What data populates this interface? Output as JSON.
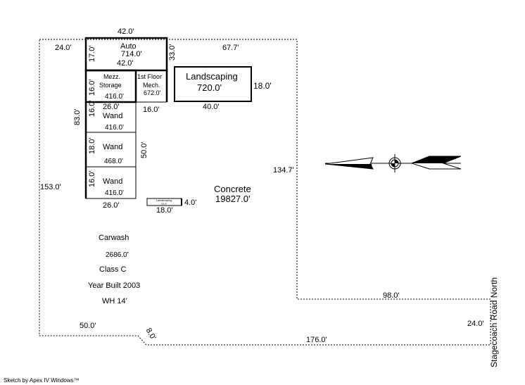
{
  "sketch": {
    "lot": {
      "dims": [
        "24.0'",
        "67.7'",
        "134.7'",
        "153.0'",
        "98.0'",
        "24.0'",
        "176.0'",
        "8.0'",
        "50.0'"
      ]
    },
    "auto": {
      "label": "Auto",
      "area": "714.0'",
      "top": "42.0'",
      "bottom": "42.0'",
      "left": "17.0'",
      "right": "33.0'"
    },
    "mezz": {
      "label1": "Mezz.",
      "label2": "Storage",
      "area": "416.0'",
      "left": "16.0'"
    },
    "mech": {
      "label1": "1st Floor",
      "label2": "Mech.",
      "area": "672.0'",
      "bottom": "16.0'"
    },
    "wand1": {
      "label": "Wand",
      "area": "416.0'",
      "top": "26.0'",
      "left": "16.0'"
    },
    "wand2": {
      "label": "Wand",
      "area": "468.0'",
      "left": "18.0'"
    },
    "wand3": {
      "label": "Wand",
      "area": "416.0'",
      "left": "16.0'",
      "bottom": "26.0'"
    },
    "building": {
      "left": "83.0'",
      "right": "50.0'"
    },
    "landscaping": {
      "label": "Landscaping",
      "area": "720.0'",
      "right": "18.0'",
      "bottom": "40.0'"
    },
    "small_landscaping": {
      "label": "Landscaping",
      "area": "72.0'",
      "right": "4.0'",
      "bottom": "18.0'"
    },
    "concrete": {
      "label": "Concrete",
      "area": "19827.0'"
    },
    "info": {
      "name": "Carwash",
      "area": "2686.0'",
      "class": "Class C",
      "year": "Year Built 2003",
      "wh": "WH 14'"
    },
    "road": "Stagecoach Road North",
    "footer": "Sketch by Apex IV Windows™"
  }
}
